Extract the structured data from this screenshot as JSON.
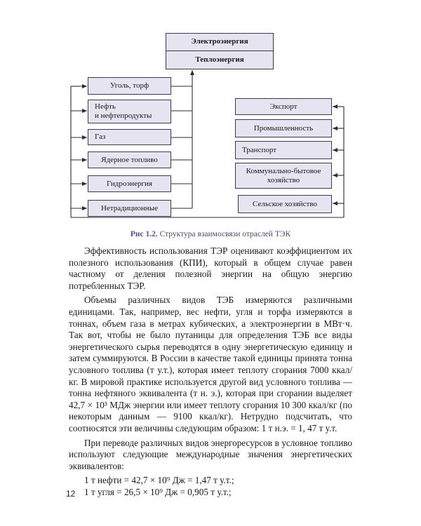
{
  "diagram": {
    "top_box": {
      "line1": "Электроэнергия",
      "line2": "Теплоэнергия"
    },
    "sources": [
      {
        "label": "Уголь, торф"
      },
      {
        "label": "Нефть\nи нефтепродукты"
      },
      {
        "label": "Газ"
      },
      {
        "label": "Ядерное топливо"
      },
      {
        "label": "Гидроэнергия"
      },
      {
        "label": "Нетрадиционные"
      }
    ],
    "consumers": [
      {
        "label": "Экспорт"
      },
      {
        "label": "Промышленность"
      },
      {
        "label": "Транспорт"
      },
      {
        "label": "Коммунально-бытовое\nхозяйство"
      },
      {
        "label": "Сельское хозяйство"
      }
    ],
    "colors": {
      "box_fill": "#e6e4f0",
      "stroke": "#2a2a3a"
    }
  },
  "caption": {
    "fig_label": "Рис 1.2.",
    "text": "Структура взаимосвязи отраслей ТЭК"
  },
  "paragraphs": [
    "Эффективность использования ТЭР оценивают коэффициентом их полезного использования (КПИ), который в общем случае равен частному от деления полезной энергии на общую энергию потребленных ТЭР.",
    "Объемы различных видов ТЭБ измеряются различными единицами. Так, например, вес нефти, угля и торфа измеряются в тоннах, объем газа в метрах кубических, а электроэнергии в МВт·ч. Так вот, чтобы не было путаницы для определения ТЭБ все виды энергетического сырья переводятся в одну энергетическую единицу и затем суммируются. В России в качестве такой единицы принята тонна условного топлива (т у.т.), которая имеет теплоту сгорания 7000 ккал/кг. В мировой практике используется другой вид условного топлива — тонна нефтяного эквивалента (т н. э.), которая при сгорании выделяет 42,7 × 10³ МДж энергии или имеет теплоту сгорания 10 300 ккал/кг (по некоторым данным — 9100 ккал/кг). Нетрудно подсчитать, что соотносятся эти величины следующим образом: 1 т н.э. = 1, 47 т у.т.",
    "При переводе различных видов энергоресурсов в условное топливо используют следующие международные значения энергетических эквивалентов:"
  ],
  "formulas": [
    "1 т нефти = 42,7 × 10⁹ Дж = 1,47 т у.т.;",
    "1 т угля = 26,5 × 10⁹ Дж = 0,905 т у.т.;"
  ],
  "page_number": "12"
}
